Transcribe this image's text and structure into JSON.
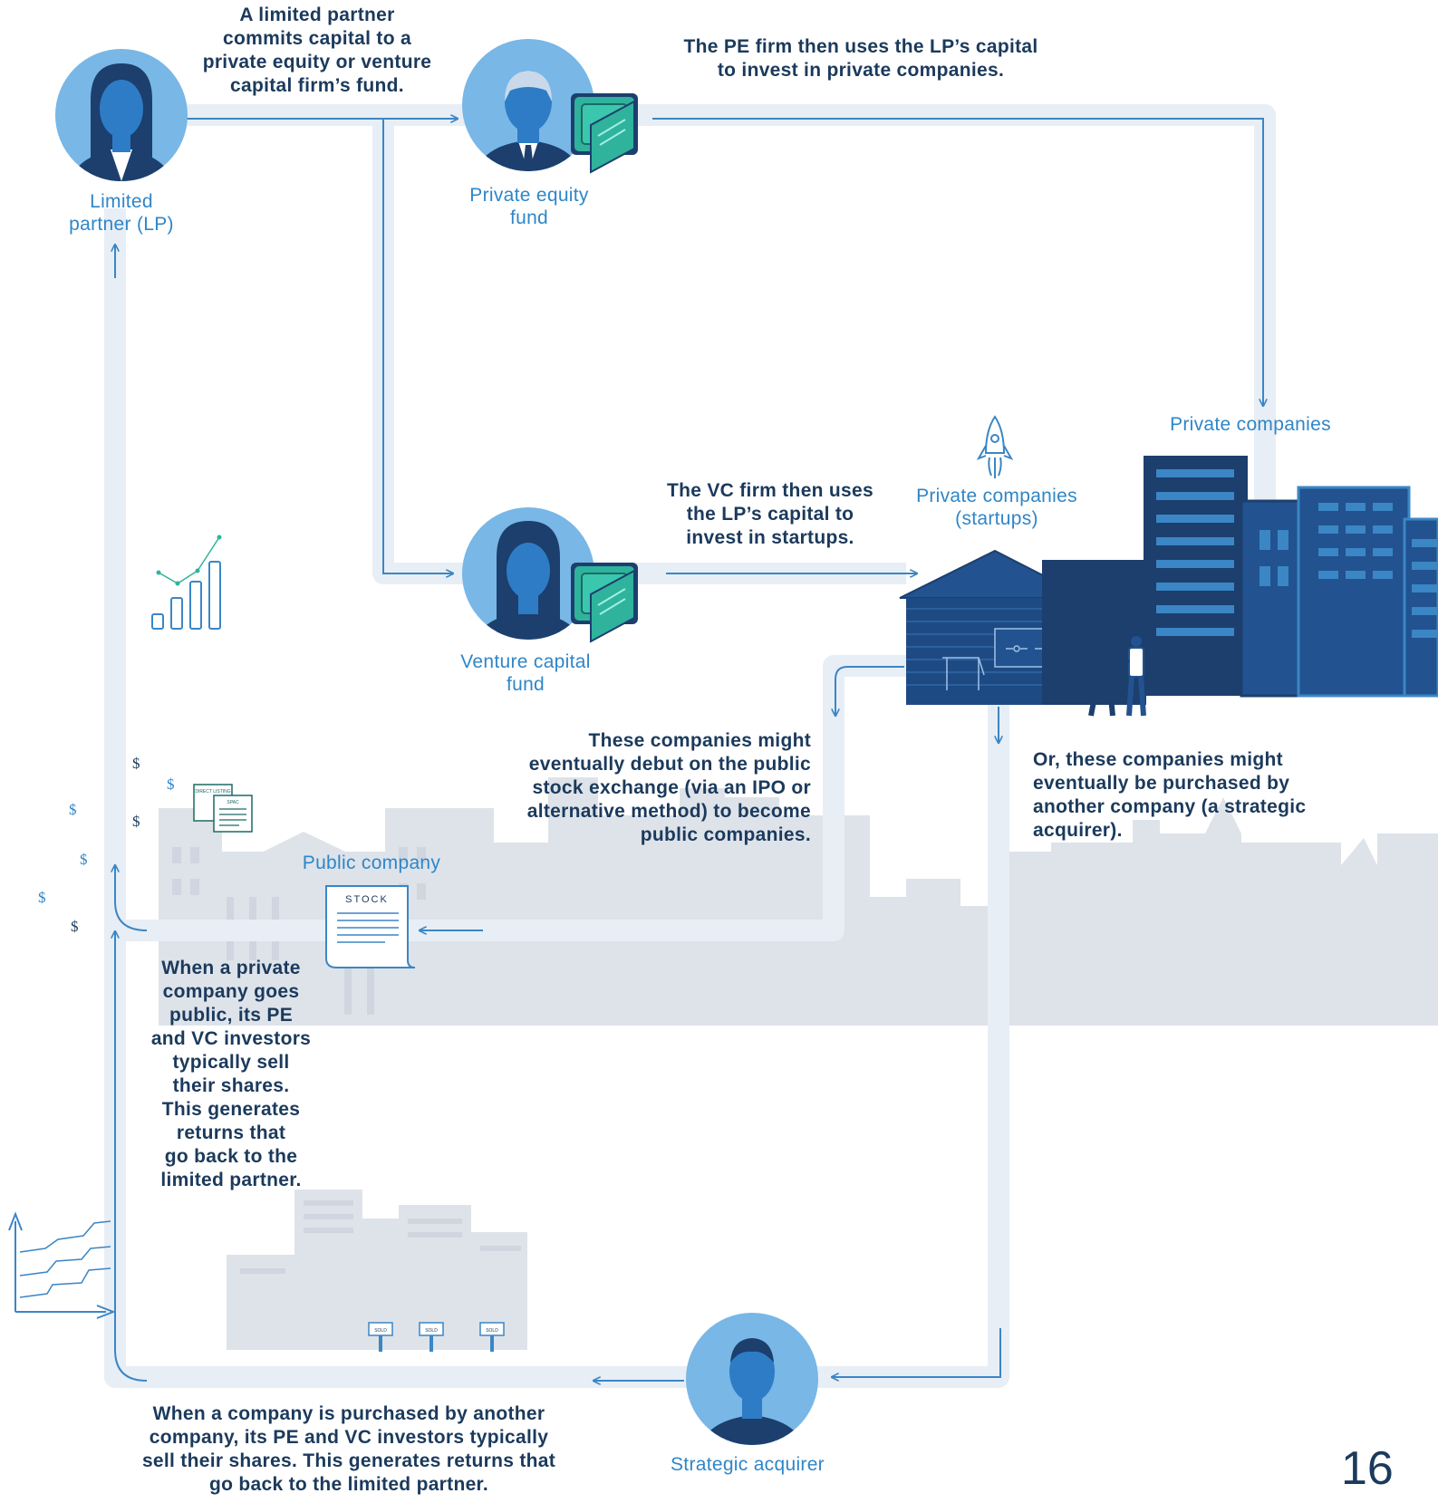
{
  "nodes": {
    "lp": "Limited\npartner (LP)",
    "pe_fund": "Private equity\nfund",
    "vc_fund": "Venture capital\nfund",
    "private_companies": "Private companies",
    "startups": "Private companies\n(startups)",
    "public_company": "Public company",
    "strategic_acquirer": "Strategic acquirer"
  },
  "captions": {
    "lp_commits": "A limited partner\ncommits capital to a\nprivate equity or venture\ncapital firm’s fund.",
    "pe_invests": "The PE firm then uses the LP’s capital\nto invest in private companies.",
    "vc_invests": "The VC firm then uses\nthe LP’s capital to\ninvest in startups.",
    "ipo": "These companies might\neventually debut on the public\nstock exchange (via an IPO or\nalternative method) to become\npublic companies.",
    "acquisition": "Or, these companies might\neventually be purchased by\nanother company (a strategic\nacquirer).",
    "public_returns": "When a private\ncompany goes\npublic, its PE\nand VC investors\ntypically sell\ntheir shares.\nThis generates\nreturns that\ngo back to the\nlimited partner.",
    "acquirer_returns": "When a company is purchased by another\ncompany, its PE and VC investors typically\nsell their shares. This generates returns that\ngo back to the limited partner."
  },
  "illustration_text": {
    "stock_certificate": "STOCK",
    "doc_direct_listing": "DIRECT LISTING",
    "doc_spac": "SPAC",
    "sold_sign": "SOLD",
    "dollar_sign": "$"
  },
  "page_number": "16",
  "colors": {
    "flow_band": "#e8eef5",
    "arrow": "#3b86c5",
    "text_dark": "#1b3a5c",
    "label_blue": "#2f86c8",
    "avatar_bg": "#78b7e6",
    "skyline": "#dee3ea",
    "building_dark": "#1c3f6e",
    "building_mid": "#22528f",
    "safe_green": "#2fb39c"
  },
  "icons": [
    "lp-avatar-icon",
    "pe-avatar-icon",
    "vc-avatar-icon",
    "acquirer-avatar-icon",
    "safe-icon",
    "rocket-icon",
    "growth-chart-icon",
    "stock-certificate-icon",
    "garage-icon",
    "office-buildings-icon",
    "handshake-people-icon",
    "listing-documents-icon",
    "stepped-chart-icon",
    "sold-signs-icon"
  ]
}
